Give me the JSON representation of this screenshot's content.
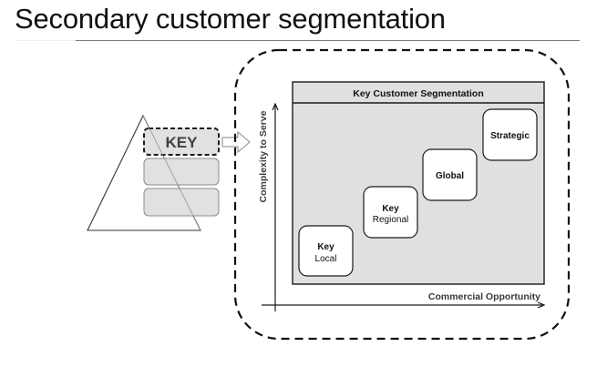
{
  "page": {
    "title": "Secondary customer segmentation"
  },
  "pyramid": {
    "tiers": [
      {
        "label": "KEY",
        "highlighted": true
      },
      {
        "label": "",
        "highlighted": false
      },
      {
        "label": "",
        "highlighted": false
      }
    ],
    "connector": "arrow-right-icon"
  },
  "matrix": {
    "title": "Key Customer Segmentation",
    "y_axis_label": "Complexity to Serve",
    "x_axis_label": "Commercial Opportunity",
    "segments": [
      {
        "line1": "Key",
        "line2": "Local"
      },
      {
        "line1": "Key",
        "line2": "Regional"
      },
      {
        "line1": "Global",
        "line2": ""
      },
      {
        "line1": "Strategic",
        "line2": ""
      }
    ]
  },
  "colors": {
    "panel_fill": "#e0e0e0",
    "tier_fill": "#dcdcdc",
    "stroke": "#1a1a1a",
    "key_text": "#404040",
    "axis_label": "#3a3a3a"
  }
}
